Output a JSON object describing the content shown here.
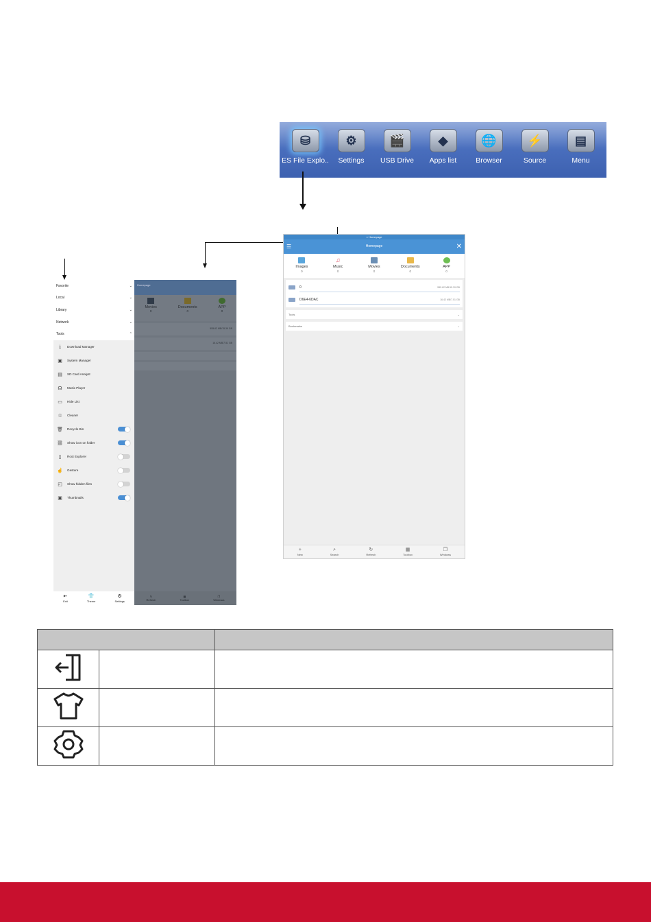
{
  "launcher": {
    "apps": [
      {
        "label": "ES File Explo..",
        "icon": "es-file-explorer-icon",
        "glyph": "⛁",
        "selected": true
      },
      {
        "label": "Settings",
        "icon": "settings-gear-icon",
        "glyph": "⚙"
      },
      {
        "label": "USB Drive",
        "icon": "usb-drive-icon",
        "glyph": "🎬"
      },
      {
        "label": "Apps list",
        "icon": "apps-list-icon",
        "glyph": "◆"
      },
      {
        "label": "Browser",
        "icon": "browser-globe-icon",
        "glyph": "🌐"
      },
      {
        "label": "Source",
        "icon": "source-cable-icon",
        "glyph": "⚡"
      },
      {
        "label": "Menu",
        "icon": "menu-stack-icon",
        "glyph": "▤"
      }
    ]
  },
  "home": {
    "status": "⌂ Homepage",
    "title": "Homepage",
    "categories": [
      {
        "label": "Images",
        "count": "0",
        "color": "#5aa6dc"
      },
      {
        "label": "Music",
        "count": "0",
        "color": "#e0566a"
      },
      {
        "label": "Movies",
        "count": "0",
        "color": "#6b8fb5"
      },
      {
        "label": "Documents",
        "count": "0",
        "color": "#e9b84a"
      },
      {
        "label": "APP",
        "count": "0",
        "color": "#6fbf54"
      }
    ],
    "drives": [
      {
        "name": "0",
        "size": "555.62 MB/15.39 GB"
      },
      {
        "name": "D6E4-6DAC",
        "size": "16.42 MB/7.51 GB"
      }
    ],
    "sections": [
      {
        "label": "Tools"
      },
      {
        "label": "Bookmarks"
      }
    ],
    "bottom": [
      {
        "label": "New",
        "glyph": "+"
      },
      {
        "label": "Search",
        "glyph": "⌕"
      },
      {
        "label": "Refresh",
        "glyph": "↻"
      },
      {
        "label": "Toolbox",
        "glyph": "▦"
      },
      {
        "label": "Windows",
        "glyph": "❐"
      }
    ]
  },
  "drawer_bg": {
    "title": "Homepage",
    "categories": [
      {
        "label": "Movies",
        "count": "0",
        "color": "#2f3a48"
      },
      {
        "label": "Documents",
        "count": "0",
        "color": "#7a6a2a"
      },
      {
        "label": "APP",
        "count": "0",
        "color": "#3f6a2f"
      }
    ],
    "rows": [
      "555.62 MB/15.39 GB",
      "16.42 MB/7.51 GB"
    ],
    "bottom": [
      {
        "label": "Refresh"
      },
      {
        "label": "Toolbox"
      },
      {
        "label": "Windows"
      }
    ]
  },
  "drawer": {
    "sections": [
      {
        "label": "Favorite",
        "chevron": "⌄"
      },
      {
        "label": "Local",
        "chevron": "⌄"
      },
      {
        "label": "Library",
        "chevron": "⌄"
      },
      {
        "label": "Network",
        "chevron": "⌄"
      },
      {
        "label": "Tools",
        "chevron": "⌃"
      }
    ],
    "tools": [
      {
        "label": "Download Manager",
        "icon": "download-icon",
        "glyph": "⤓"
      },
      {
        "label": "System Manager",
        "icon": "system-manager-icon",
        "glyph": "▣"
      },
      {
        "label": "SD Card Analyst",
        "icon": "sd-card-icon",
        "glyph": "▤"
      },
      {
        "label": "Music Player",
        "icon": "headphones-icon",
        "glyph": "☊"
      },
      {
        "label": "Hide List",
        "icon": "hide-list-icon",
        "glyph": "▭"
      },
      {
        "label": "Cleaner",
        "icon": "cleaner-icon",
        "glyph": "♲"
      },
      {
        "label": "Recycle Bin",
        "icon": "trash-icon",
        "glyph": "🗑",
        "toggle": true
      },
      {
        "label": "Show icon on folder",
        "icon": "link-icon",
        "glyph": "⛓",
        "toggle": true
      },
      {
        "label": "Root Explorer",
        "icon": "root-explorer-icon",
        "glyph": "▯",
        "toggle": false
      },
      {
        "label": "Gesture",
        "icon": "gesture-icon",
        "glyph": "☝",
        "toggle": false
      },
      {
        "label": "Show hidden files",
        "icon": "hidden-files-icon",
        "glyph": "◰",
        "toggle": false
      },
      {
        "label": "Thumbnails",
        "icon": "thumbnails-icon",
        "glyph": "▣",
        "toggle": true
      }
    ],
    "bottom": [
      {
        "label": "Exit",
        "glyph": "⇤"
      },
      {
        "label": "Theme",
        "glyph": "👕"
      },
      {
        "label": "Settings",
        "glyph": "⚙"
      }
    ]
  },
  "table": {
    "rows": [
      {
        "icon": "exit-door-icon"
      },
      {
        "icon": "theme-shirt-icon"
      },
      {
        "icon": "settings-gear-icon"
      }
    ]
  },
  "colors": {
    "accent_blue": "#4a93d6",
    "footer_red": "#c8102e",
    "table_header": "#c6c6c6"
  }
}
